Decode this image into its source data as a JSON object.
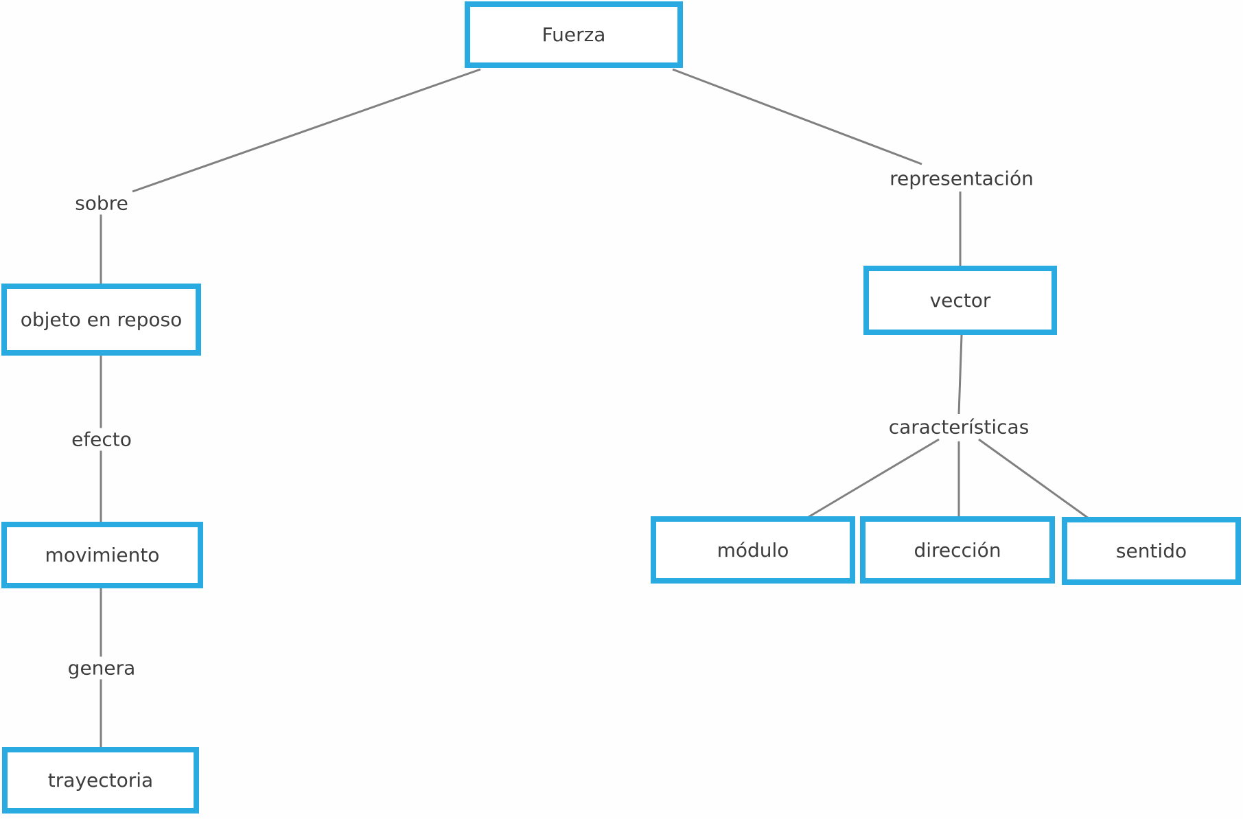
{
  "diagram_type": "concept-map",
  "root_concept": "Fuerza",
  "nodes": {
    "fuerza": {
      "label": "Fuerza"
    },
    "objeto_en_reposo": {
      "label": "objeto en reposo"
    },
    "movimiento": {
      "label": "movimiento"
    },
    "trayectoria": {
      "label": "trayectoria"
    },
    "vector": {
      "label": "vector"
    },
    "modulo": {
      "label": "módulo"
    },
    "direccion": {
      "label": "dirección"
    },
    "sentido": {
      "label": "sentido"
    }
  },
  "link_labels": {
    "sobre": "sobre",
    "efecto": "efecto",
    "genera": "genera",
    "representacion": "representación",
    "caracteristicas": "características"
  },
  "edges": [
    {
      "from": "fuerza",
      "to": "sobre"
    },
    {
      "from": "sobre",
      "to": "objeto_en_reposo"
    },
    {
      "from": "objeto_en_reposo",
      "to": "efecto"
    },
    {
      "from": "efecto",
      "to": "movimiento"
    },
    {
      "from": "movimiento",
      "to": "genera"
    },
    {
      "from": "genera",
      "to": "trayectoria"
    },
    {
      "from": "fuerza",
      "to": "representacion"
    },
    {
      "from": "representacion",
      "to": "vector"
    },
    {
      "from": "vector",
      "to": "caracteristicas"
    },
    {
      "from": "caracteristicas",
      "to": "modulo"
    },
    {
      "from": "caracteristicas",
      "to": "direccion"
    },
    {
      "from": "caracteristicas",
      "to": "sentido"
    }
  ],
  "colors": {
    "node_border": "#29abe2",
    "edge": "#808080",
    "text": "#3d3d3d",
    "background": "#fefefe"
  }
}
